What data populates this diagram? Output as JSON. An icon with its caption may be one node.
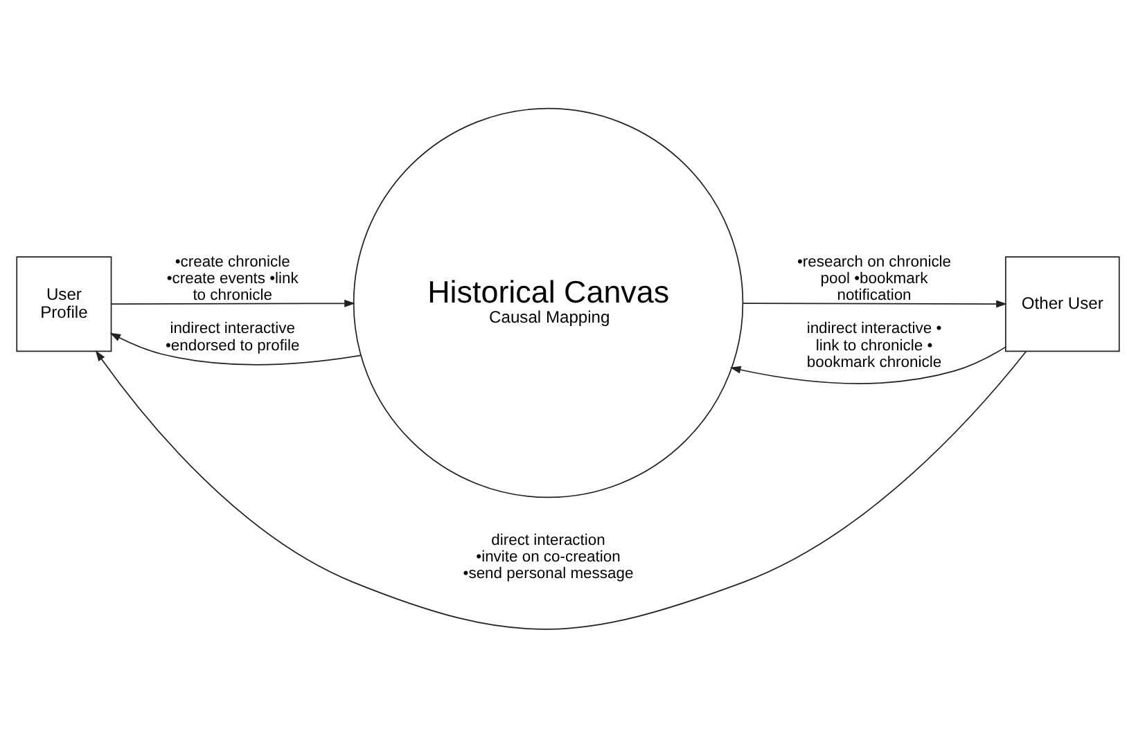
{
  "diagram": {
    "nodes": [
      {
        "text": [
          "User Profile"
        ]
      },
      {
        "text": [
          "Historical Canvas",
          "Causal Mapping"
        ]
      },
      {
        "text": [
          "Other User"
        ]
      }
    ],
    "edges": [
      {
        "from": 0,
        "to": 1,
        "arrow": "to",
        "label": "•create chronicle •create events •link to chronicle"
      },
      {
        "from": 1,
        "to": 0,
        "arrow": "to",
        "label": "indirect interactive •endorsed to profile"
      },
      {
        "from": 1,
        "to": 2,
        "arrow": "to",
        "label": "•research on chronicle pool •bookmark notification"
      },
      {
        "from": 2,
        "to": 1,
        "arrow": "to",
        "label": "indirect interactive • link to chronicle • bookmark chronicle"
      },
      {
        "from": 2,
        "to": 0,
        "arrow": "to",
        "label": "direct interaction •invite on co-creation •send personal message"
      }
    ]
  }
}
